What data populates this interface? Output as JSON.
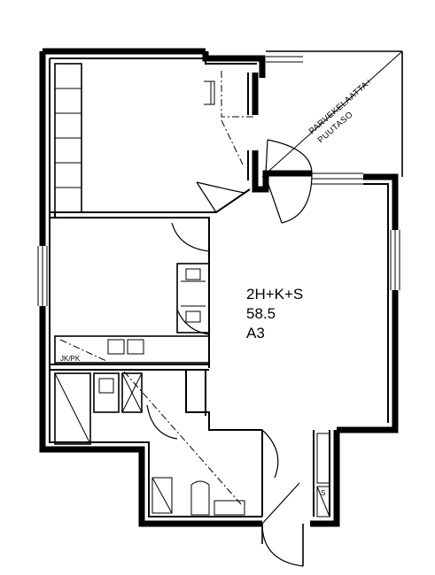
{
  "apartment": {
    "type_label": "2H+K+S",
    "area_label": "58.5",
    "unit_label": "A3"
  },
  "balcony": {
    "line1": "PARVEKELAATTA+",
    "line2": "PUUTASO"
  },
  "kitchen": {
    "appliance_label": "JK/PK"
  },
  "storage": {
    "label": "S"
  }
}
